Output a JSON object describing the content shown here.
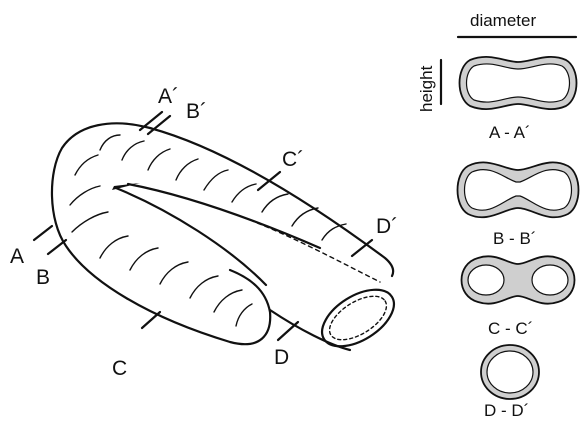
{
  "figure": {
    "header_label": "diameter",
    "side_label": "height",
    "section_marks": {
      "a_start": "A",
      "a_end": "A´",
      "b_start": "B",
      "b_end": "B´",
      "c_start": "C",
      "c_end": "C´",
      "d_start": "D",
      "d_end": "D´"
    },
    "cross_sections": [
      {
        "caption": "A - A´"
      },
      {
        "caption": "B - B´"
      },
      {
        "caption": "C - C´"
      },
      {
        "caption": "D - D´"
      }
    ]
  }
}
